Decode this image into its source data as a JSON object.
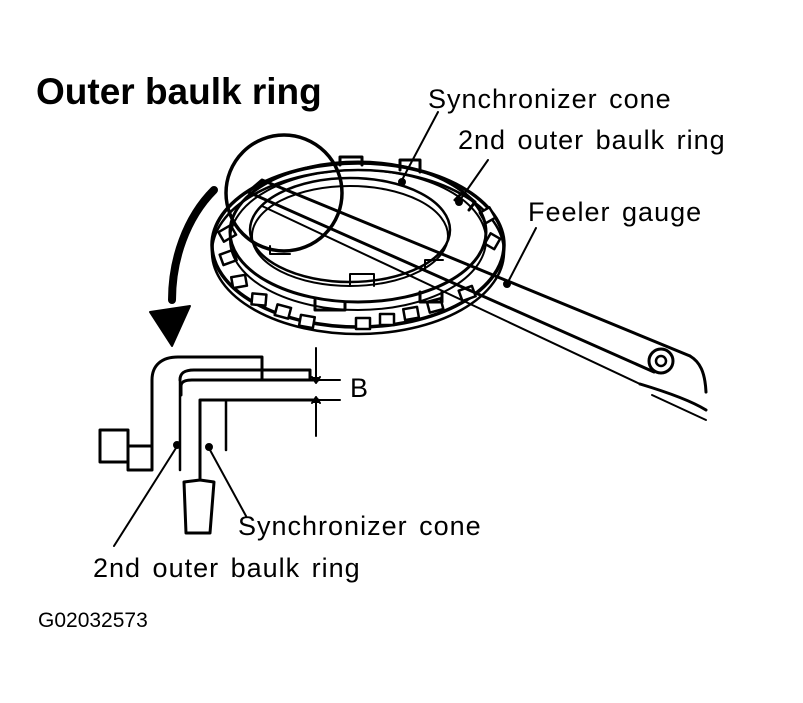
{
  "title": "Outer baulk ring",
  "labels": {
    "synchronizer_cone_top": "Synchronizer cone",
    "outer_baulk_ring_top": "2nd outer baulk ring",
    "feeler_gauge": "Feeler gauge",
    "clearance": "B",
    "synchronizer_cone_detail": "Synchronizer cone",
    "outer_baulk_ring_detail": "2nd outer baulk ring"
  },
  "figure_code": "G02032573"
}
